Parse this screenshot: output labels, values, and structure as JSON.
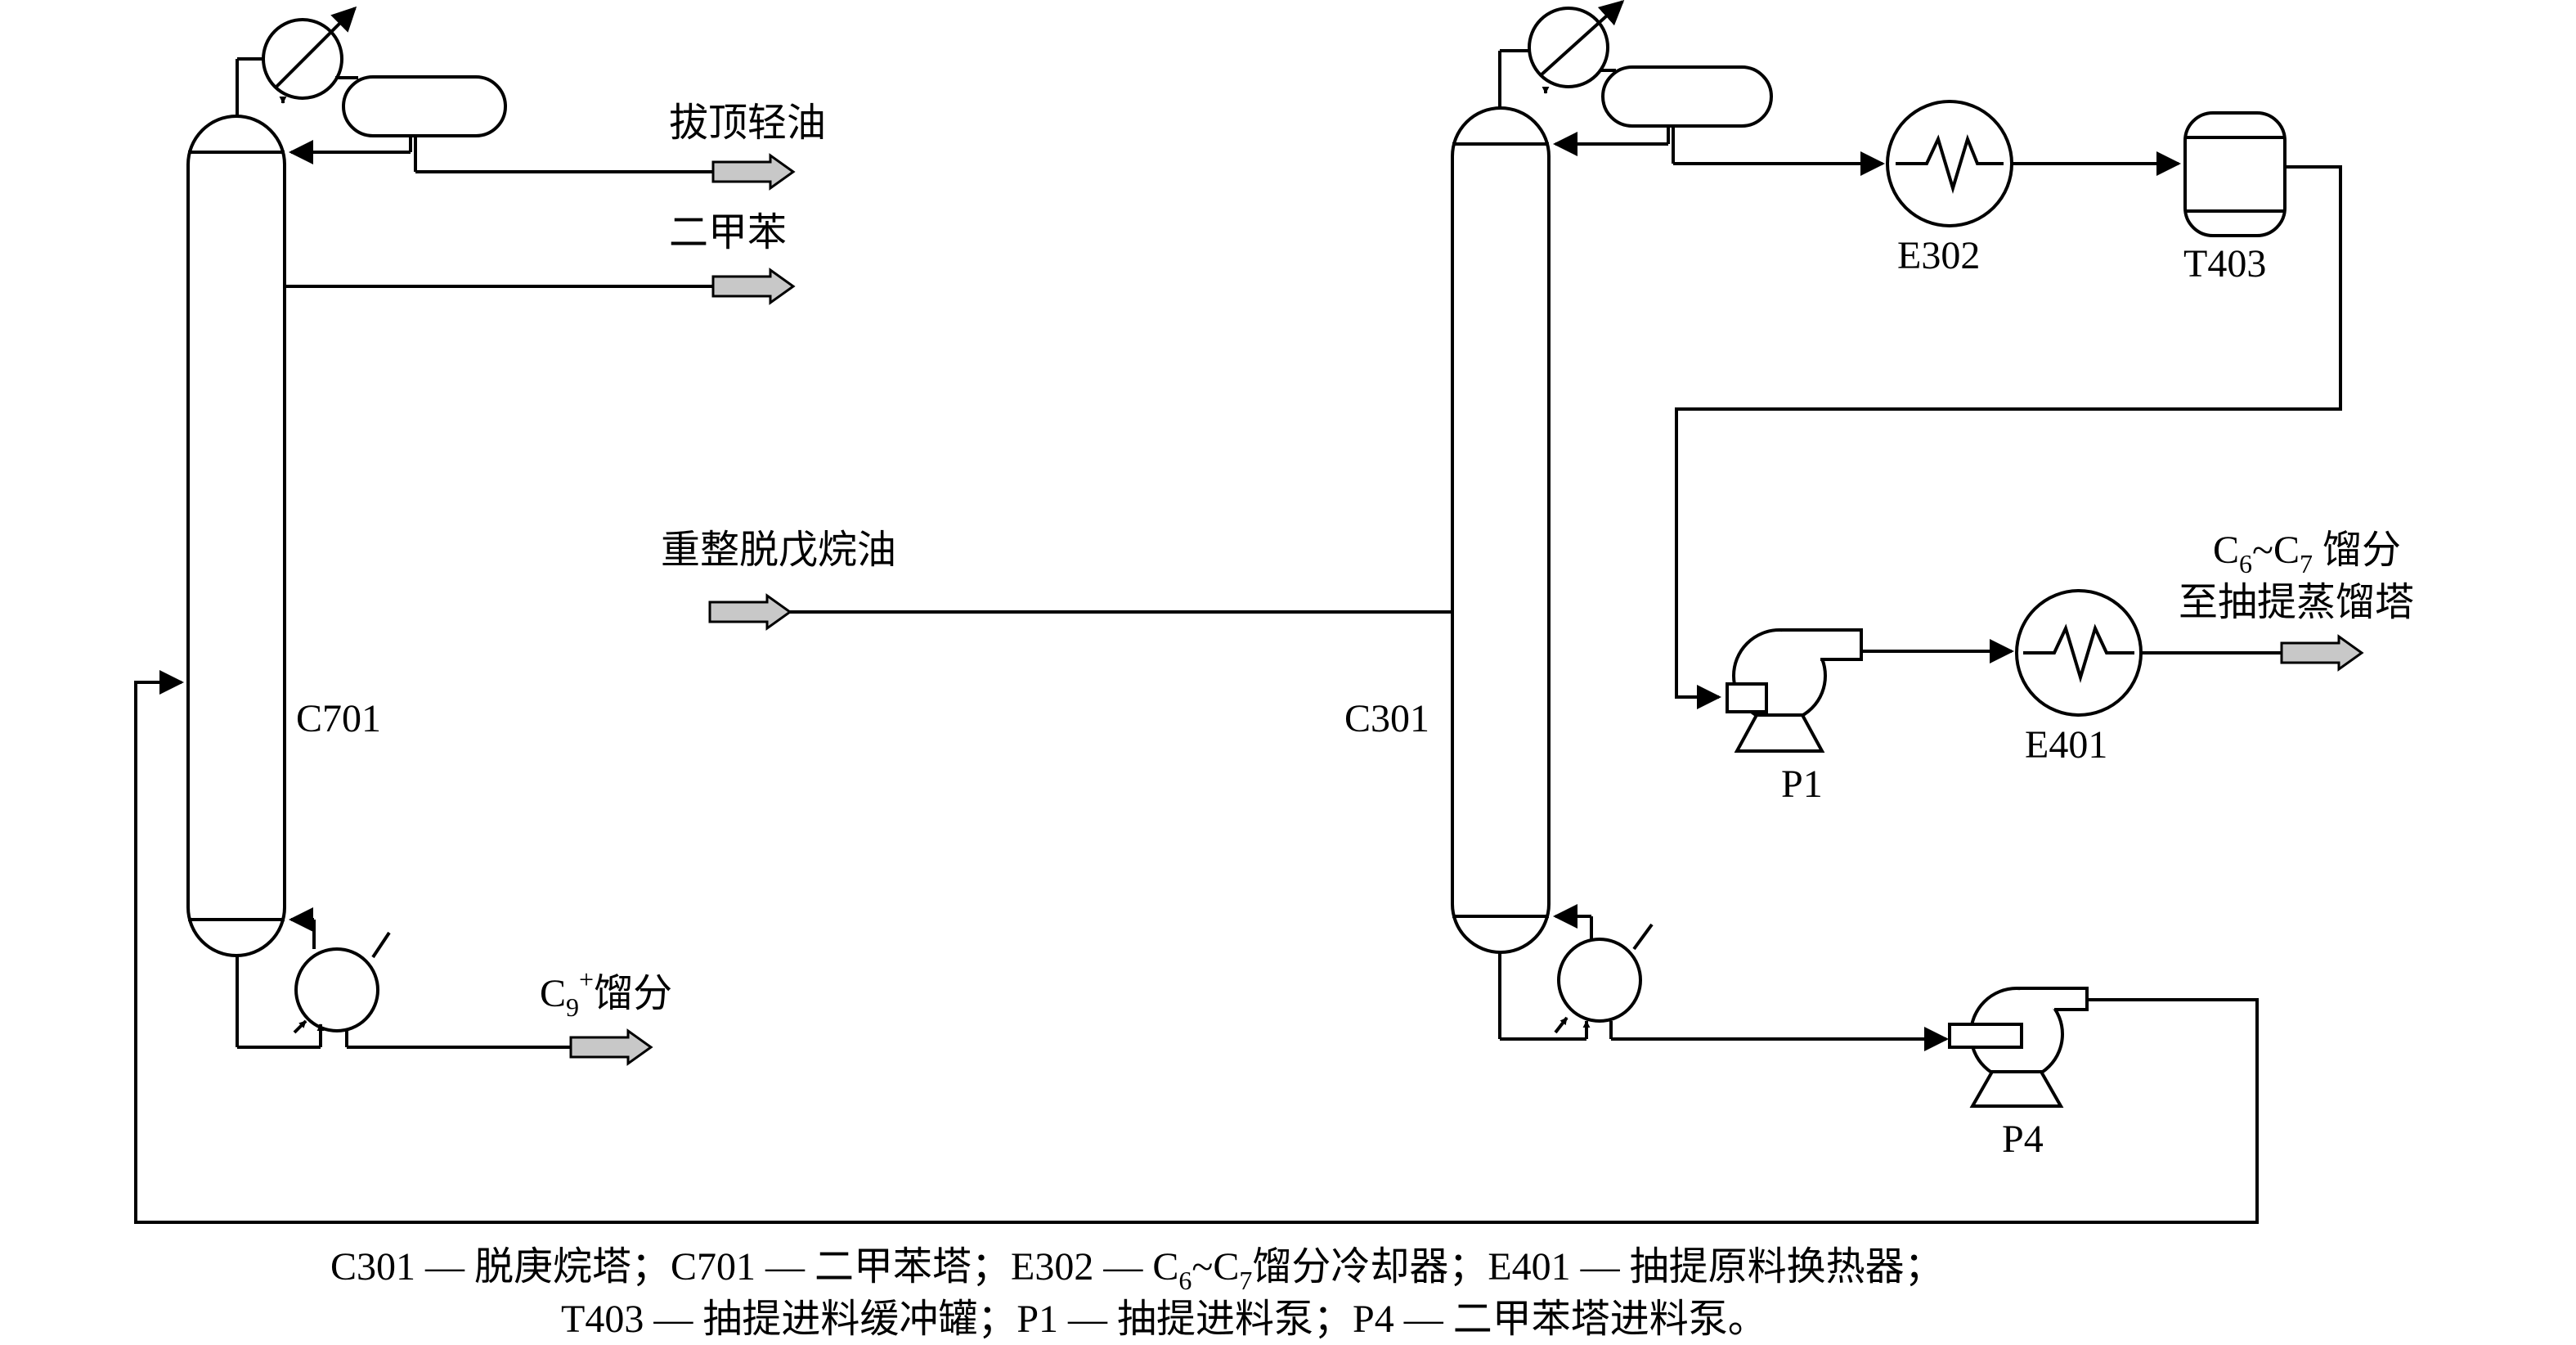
{
  "streams": {
    "light_oil": "拔顶轻油",
    "xylene": "二甲苯",
    "feed": "重整脱戊烷油",
    "c9_base": "C",
    "c9_sub": "9",
    "c9_sup": "+",
    "c9_suffix": "馏分",
    "c6c7_c": "C",
    "c6c7_sub6": "6",
    "c6c7_tilde": "~C",
    "c6c7_sub7": "7",
    "c6c7_suffix": " 馏分",
    "c6c7_line2": "至抽提蒸馏塔"
  },
  "equipment": {
    "c701": "C701",
    "c301": "C301",
    "e302": "E302",
    "t403": "T403",
    "e401": "E401",
    "p1": "P1",
    "p4": "P4"
  },
  "legend": {
    "line1_a": "C301 — 脱庚烷塔；C701 — 二甲苯塔；E302 — C",
    "line1_sub6": "6",
    "line1_b": "~C",
    "line1_sub7": "7",
    "line1_c": "馏分冷却器；E401 — 抽提原料换热器；",
    "line2": "T403 — 抽提进料缓冲罐；P1 — 抽提进料泵；P4 — 二甲苯塔进料泵。"
  }
}
